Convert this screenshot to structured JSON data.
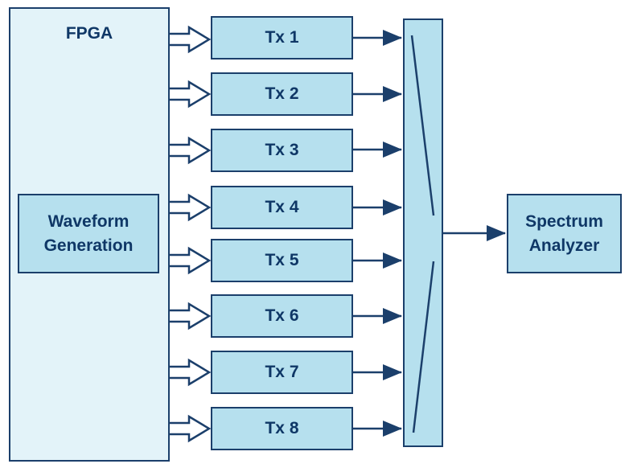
{
  "fpga": {
    "label": "FPGA"
  },
  "waveform_generation": {
    "line1": "Waveform",
    "line2": "Generation"
  },
  "transmitters": [
    {
      "label": "Tx 1"
    },
    {
      "label": "Tx 2"
    },
    {
      "label": "Tx 3"
    },
    {
      "label": "Tx 4"
    },
    {
      "label": "Tx 5"
    },
    {
      "label": "Tx 6"
    },
    {
      "label": "Tx 7"
    },
    {
      "label": "Tx 8"
    }
  ],
  "spectrum_analyzer": {
    "line1": "Spectrum",
    "line2": "Analyzer"
  },
  "colors": {
    "stroke": "#1b3f6b",
    "text": "#0f3766",
    "box_fill": "#b6e0ee",
    "fpga_fill": "#e3f3f9"
  }
}
